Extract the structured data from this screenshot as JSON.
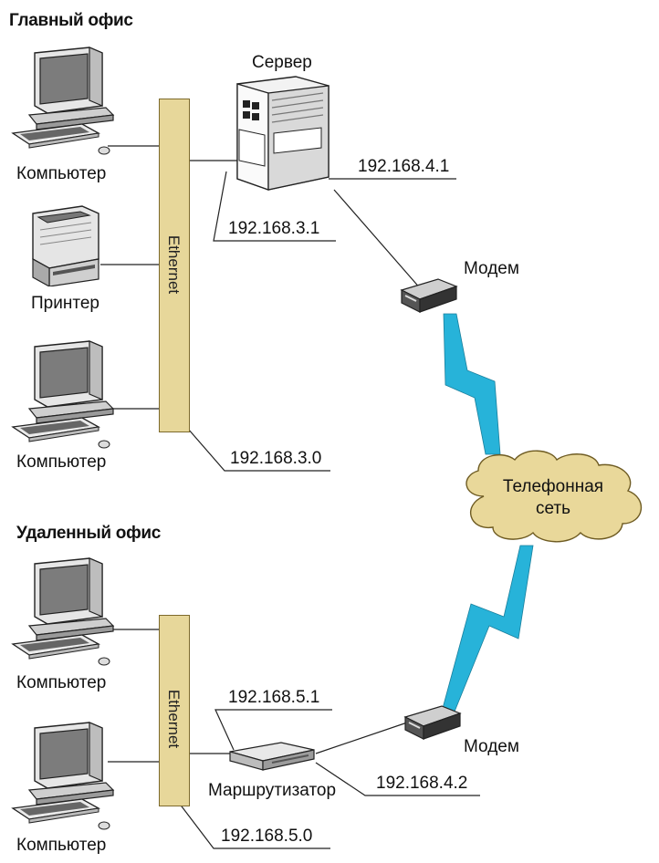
{
  "sections": {
    "main_office": "Главный офис",
    "remote_office": "Удаленный офис"
  },
  "devices": {
    "server": "Сервер",
    "modem_top": "Модем",
    "modem_bottom": "Модем",
    "router": "Маршрутизатор",
    "printer": "Принтер",
    "computer_1": "Компьютер",
    "computer_2": "Компьютер",
    "computer_3": "Компьютер",
    "computer_4": "Компьютер"
  },
  "network": {
    "ethernet_main": "Ethernet",
    "ethernet_remote": "Ethernet",
    "cloud_line1": "Телефонная",
    "cloud_line2": "сеть"
  },
  "addresses": {
    "server_modem_link": "192.168.4.1",
    "server_lan": "192.168.3.1",
    "main_lan_net": "192.168.3.0",
    "router_lan": "192.168.5.1",
    "router_modem_link": "192.168.4.2",
    "remote_lan_net": "192.168.5.0"
  },
  "colors": {
    "ethernet_fill": "#e7d79a",
    "cloud_fill": "#e9d89a",
    "lightning": "#27b3d9"
  }
}
